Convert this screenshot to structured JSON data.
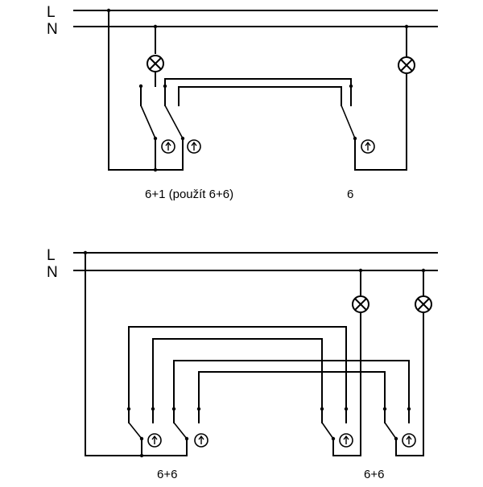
{
  "diagram_a": {
    "rail_l_label": "L",
    "rail_n_label": "N",
    "caption_left": "6+1 (použít 6+6)",
    "caption_right": "6"
  },
  "diagram_b": {
    "rail_l_label": "L",
    "rail_n_label": "N",
    "caption_left": "6+6",
    "caption_right": "6+6"
  },
  "symbols": {
    "lamp": "lamp-icon",
    "switch": "switch-icon",
    "indicator": "glow-lamp-icon"
  }
}
